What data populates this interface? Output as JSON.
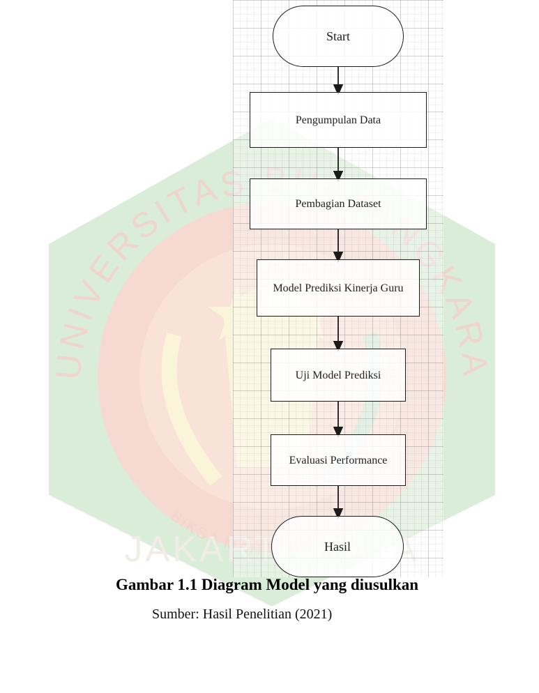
{
  "watermark": {
    "top_text": "UNIVERSITAS BHAYANGKARA",
    "bottom_text": "JAKARTA RAYA",
    "motto": "BIKSA MAHAWASTU DASI"
  },
  "flowchart": {
    "start": "Start",
    "steps": [
      "Pengumpulan Data",
      "Pembagian Dataset",
      "Model Prediksi Kinerja Guru",
      "Uji Model Prediksi",
      "Evaluasi Performance"
    ],
    "end": "Hasil"
  },
  "caption": {
    "title": "Gambar 1.1 Diagram Model yang diusulkan",
    "source": "Sumber: Hasil Penelitian (2021)"
  },
  "colors": {
    "watermark_red": "#e8a08a",
    "watermark_green": "#9fd09a",
    "watermark_yellow": "#f3e39a"
  }
}
